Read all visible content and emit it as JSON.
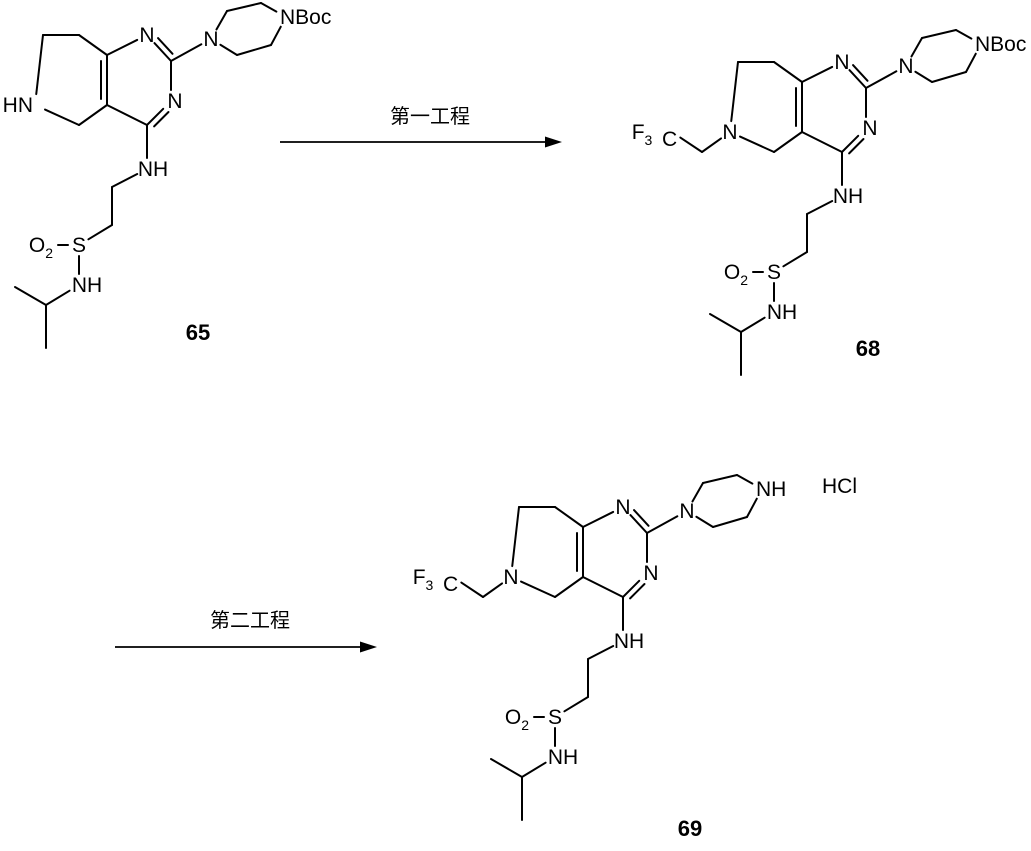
{
  "compounds": {
    "c65": {
      "number": "65",
      "labels": {
        "n1": "N",
        "n3": "N",
        "nh_ring": "HN",
        "piperazine_n": "N",
        "nboc": "NBoc",
        "nh_amino": "NH",
        "o2": "O",
        "o2_sub": "2",
        "s": "S",
        "nh_sulfonamide": "NH"
      }
    },
    "c68": {
      "number": "68",
      "labels": {
        "n1": "N",
        "n3": "N",
        "n_ring": "N",
        "f3": "F",
        "f3_sub": "3",
        "c": "C",
        "piperazine_n": "N",
        "nboc": "NBoc",
        "nh_amino": "NH",
        "o2": "O",
        "o2_sub": "2",
        "s": "S",
        "nh_sulfonamide": "NH"
      }
    },
    "c69": {
      "number": "69",
      "labels": {
        "n1": "N",
        "n3": "N",
        "n_ring": "N",
        "f3": "F",
        "f3_sub": "3",
        "c": "C",
        "piperazine_n": "N",
        "nh_piperazine": "NH",
        "salt": "HCl",
        "nh_amino": "NH",
        "o2": "O",
        "o2_sub": "2",
        "s": "S",
        "nh_sulfonamide": "NH"
      }
    }
  },
  "steps": {
    "step1": {
      "label": "第一工程"
    },
    "step2": {
      "label": "第二工程"
    }
  }
}
